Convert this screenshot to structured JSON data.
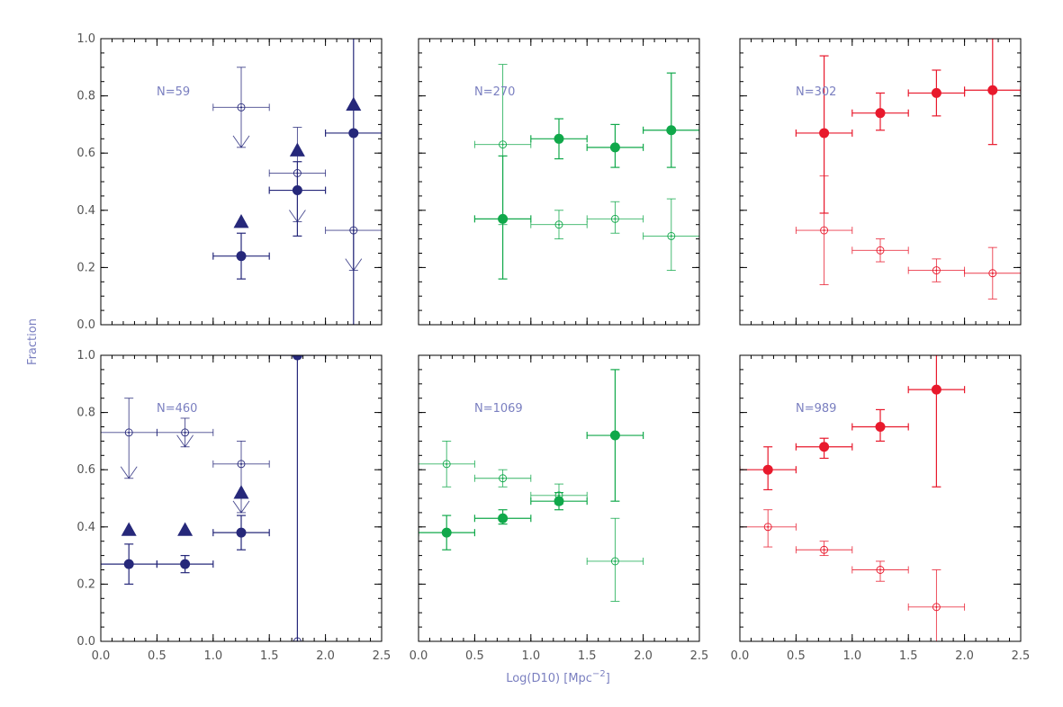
{
  "figure": {
    "ylabel": "Fraction",
    "xlabel": "Log(D10) [Mpc",
    "xlabel_sup": "−2",
    "xlabel_end": "]"
  },
  "colors": {
    "blue": "#26287a",
    "green": "#10a84a",
    "red": "#e8192c",
    "frame": "#000000",
    "label": "#7a7fc0"
  },
  "chart_data": [
    {
      "type": "scatter",
      "row": 0,
      "col": 0,
      "color_key": "blue",
      "annotation": "N=59",
      "xlim": [
        0,
        2.5
      ],
      "ylim": [
        0,
        1.0
      ],
      "series": [
        {
          "marker": "filled-circle",
          "points": [
            {
              "x": 1.25,
              "y": 0.24,
              "xerr": 0.25,
              "yerr": [
                0.16,
                0.32
              ]
            },
            {
              "x": 1.75,
              "y": 0.47,
              "xerr": 0.25,
              "yerr": [
                0.31,
                0.57
              ]
            },
            {
              "x": 2.25,
              "y": 0.67,
              "xerr": 0.25,
              "yerr": [
                0.0,
                1.0
              ]
            }
          ]
        },
        {
          "marker": "filled-triangle",
          "points": [
            {
              "x": 1.25,
              "y": 0.36
            },
            {
              "x": 1.75,
              "y": 0.61
            },
            {
              "x": 2.25,
              "y": 0.77
            }
          ]
        },
        {
          "marker": "open-circle",
          "points": [
            {
              "x": 1.25,
              "y": 0.76,
              "xerr": 0.25,
              "yerr": [
                0.62,
                0.9
              ],
              "upper_limit": true
            },
            {
              "x": 1.75,
              "y": 0.53,
              "xerr": 0.25,
              "yerr": [
                0.36,
                0.69
              ],
              "upper_limit": true
            },
            {
              "x": 2.25,
              "y": 0.33,
              "xerr": 0.25,
              "yerr": [
                0.19,
                0.33
              ],
              "upper_limit": true
            }
          ]
        }
      ]
    },
    {
      "type": "scatter",
      "row": 0,
      "col": 1,
      "color_key": "green",
      "annotation": "N=270",
      "xlim": [
        0,
        2.5
      ],
      "ylim": [
        0,
        1.0
      ],
      "series": [
        {
          "marker": "filled-circle",
          "points": [
            {
              "x": 0.75,
              "y": 0.37,
              "xerr": 0.25,
              "yerr": [
                0.16,
                0.59
              ]
            },
            {
              "x": 1.25,
              "y": 0.65,
              "xerr": 0.25,
              "yerr": [
                0.58,
                0.72
              ]
            },
            {
              "x": 1.75,
              "y": 0.62,
              "xerr": 0.25,
              "yerr": [
                0.55,
                0.7
              ]
            },
            {
              "x": 2.25,
              "y": 0.68,
              "xerr": 0.25,
              "yerr": [
                0.55,
                0.88
              ]
            }
          ]
        },
        {
          "marker": "open-circle",
          "points": [
            {
              "x": 0.75,
              "y": 0.63,
              "xerr": 0.25,
              "yerr": [
                0.35,
                0.91
              ]
            },
            {
              "x": 1.25,
              "y": 0.35,
              "xerr": 0.25,
              "yerr": [
                0.3,
                0.4
              ]
            },
            {
              "x": 1.75,
              "y": 0.37,
              "xerr": 0.25,
              "yerr": [
                0.32,
                0.43
              ]
            },
            {
              "x": 2.25,
              "y": 0.31,
              "xerr": 0.25,
              "yerr": [
                0.19,
                0.44
              ]
            }
          ]
        }
      ]
    },
    {
      "type": "scatter",
      "row": 0,
      "col": 2,
      "color_key": "red",
      "annotation": "N=302",
      "xlim": [
        0,
        2.5
      ],
      "ylim": [
        0,
        1.0
      ],
      "series": [
        {
          "marker": "filled-circle",
          "points": [
            {
              "x": 0.75,
              "y": 0.67,
              "xerr": 0.25,
              "yerr": [
                0.39,
                0.94
              ]
            },
            {
              "x": 1.25,
              "y": 0.74,
              "xerr": 0.25,
              "yerr": [
                0.68,
                0.81
              ]
            },
            {
              "x": 1.75,
              "y": 0.81,
              "xerr": 0.25,
              "yerr": [
                0.73,
                0.89
              ]
            },
            {
              "x": 2.25,
              "y": 0.82,
              "xerr": 0.25,
              "yerr": [
                0.63,
                1.0
              ]
            }
          ]
        },
        {
          "marker": "open-circle",
          "points": [
            {
              "x": 0.75,
              "y": 0.33,
              "xerr": 0.25,
              "yerr": [
                0.14,
                0.52
              ]
            },
            {
              "x": 1.25,
              "y": 0.26,
              "xerr": 0.25,
              "yerr": [
                0.22,
                0.3
              ]
            },
            {
              "x": 1.75,
              "y": 0.19,
              "xerr": 0.25,
              "yerr": [
                0.15,
                0.23
              ]
            },
            {
              "x": 2.25,
              "y": 0.18,
              "xerr": 0.25,
              "yerr": [
                0.09,
                0.27
              ]
            }
          ]
        }
      ]
    },
    {
      "type": "scatter",
      "row": 1,
      "col": 0,
      "color_key": "blue",
      "annotation": "N=460",
      "xlim": [
        0,
        2.5
      ],
      "ylim": [
        0,
        1.0
      ],
      "series": [
        {
          "marker": "filled-circle",
          "points": [
            {
              "x": 0.25,
              "y": 0.27,
              "xerr": 0.25,
              "yerr": [
                0.2,
                0.34
              ]
            },
            {
              "x": 0.75,
              "y": 0.27,
              "xerr": 0.25,
              "yerr": [
                0.24,
                0.3
              ]
            },
            {
              "x": 1.25,
              "y": 0.38,
              "xerr": 0.25,
              "yerr": [
                0.32,
                0.44
              ]
            },
            {
              "x": 1.75,
              "y": 1.0,
              "xerr": 0.25,
              "yerr": [
                0.0,
                1.0
              ]
            }
          ]
        },
        {
          "marker": "filled-triangle",
          "points": [
            {
              "x": 0.25,
              "y": 0.39
            },
            {
              "x": 0.75,
              "y": 0.39
            },
            {
              "x": 1.25,
              "y": 0.52
            }
          ]
        },
        {
          "marker": "open-circle",
          "points": [
            {
              "x": 0.25,
              "y": 0.73,
              "xerr": 0.25,
              "yerr": [
                0.57,
                0.85
              ],
              "upper_limit": true
            },
            {
              "x": 0.75,
              "y": 0.73,
              "xerr": 0.25,
              "yerr": [
                0.68,
                0.78
              ],
              "upper_limit": true
            },
            {
              "x": 1.25,
              "y": 0.62,
              "xerr": 0.25,
              "yerr": [
                0.45,
                0.7
              ],
              "upper_limit": true
            },
            {
              "x": 1.75,
              "y": 0.0,
              "xerr": 0.25
            }
          ]
        }
      ]
    },
    {
      "type": "scatter",
      "row": 1,
      "col": 1,
      "color_key": "green",
      "annotation": "N=1069",
      "xlim": [
        0,
        2.5
      ],
      "ylim": [
        0,
        1.0
      ],
      "series": [
        {
          "marker": "filled-circle",
          "points": [
            {
              "x": 0.25,
              "y": 0.38,
              "xerr": 0.25,
              "yerr": [
                0.32,
                0.44
              ]
            },
            {
              "x": 0.75,
              "y": 0.43,
              "xerr": 0.25,
              "yerr": [
                0.41,
                0.46
              ]
            },
            {
              "x": 1.25,
              "y": 0.49,
              "xerr": 0.25,
              "yerr": [
                0.46,
                0.52
              ]
            },
            {
              "x": 1.75,
              "y": 0.72,
              "xerr": 0.25,
              "yerr": [
                0.49,
                0.95
              ]
            }
          ]
        },
        {
          "marker": "open-circle",
          "points": [
            {
              "x": 0.25,
              "y": 0.62,
              "xerr": 0.25,
              "yerr": [
                0.54,
                0.7
              ]
            },
            {
              "x": 0.75,
              "y": 0.57,
              "xerr": 0.25,
              "yerr": [
                0.54,
                0.6
              ]
            },
            {
              "x": 1.25,
              "y": 0.51,
              "xerr": 0.25,
              "yerr": [
                0.48,
                0.55
              ]
            },
            {
              "x": 1.75,
              "y": 0.28,
              "xerr": 0.25,
              "yerr": [
                0.14,
                0.43
              ]
            }
          ]
        }
      ]
    },
    {
      "type": "scatter",
      "row": 1,
      "col": 2,
      "color_key": "red",
      "annotation": "N=989",
      "xlim": [
        0,
        2.5
      ],
      "ylim": [
        0,
        1.0
      ],
      "series": [
        {
          "marker": "filled-circle",
          "points": [
            {
              "x": 0.25,
              "y": 0.6,
              "xerr": 0.25,
              "yerr": [
                0.53,
                0.68
              ]
            },
            {
              "x": 0.75,
              "y": 0.68,
              "xerr": 0.25,
              "yerr": [
                0.64,
                0.71
              ]
            },
            {
              "x": 1.25,
              "y": 0.75,
              "xerr": 0.25,
              "yerr": [
                0.7,
                0.81
              ]
            },
            {
              "x": 1.75,
              "y": 0.88,
              "xerr": 0.25,
              "yerr": [
                0.54,
                1.0
              ]
            }
          ]
        },
        {
          "marker": "open-circle",
          "points": [
            {
              "x": 0.25,
              "y": 0.4,
              "xerr": 0.25,
              "yerr": [
                0.33,
                0.46
              ]
            },
            {
              "x": 0.75,
              "y": 0.32,
              "xerr": 0.25,
              "yerr": [
                0.3,
                0.35
              ]
            },
            {
              "x": 1.25,
              "y": 0.25,
              "xerr": 0.25,
              "yerr": [
                0.21,
                0.28
              ]
            },
            {
              "x": 1.75,
              "y": 0.12,
              "xerr": 0.25,
              "yerr": [
                0.0,
                0.25
              ]
            }
          ]
        }
      ]
    }
  ]
}
